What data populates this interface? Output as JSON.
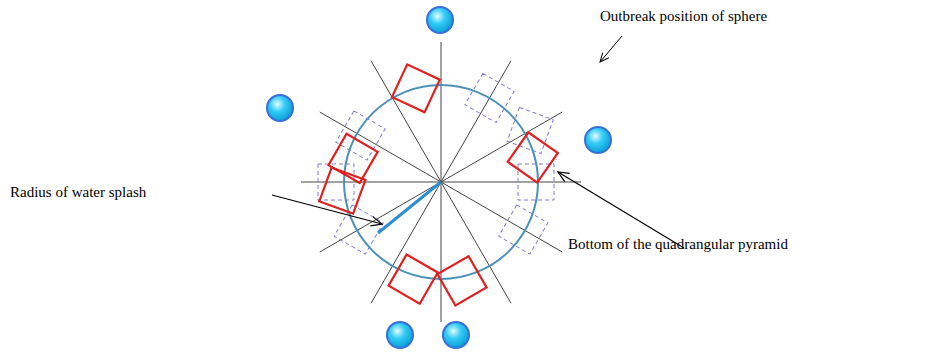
{
  "diagram": {
    "labels": [
      "Outbreak position of sphere",
      "Radius of water splash",
      "Bottom of the quadrangular pyramid"
    ]
  }
}
